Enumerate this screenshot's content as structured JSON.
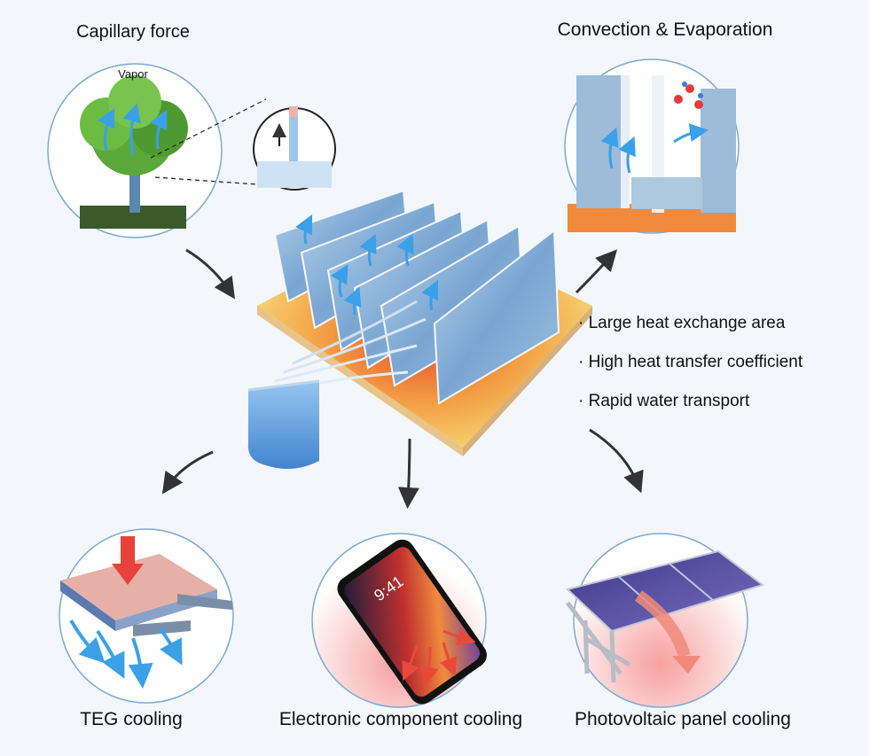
{
  "labels": {
    "capillary_force": "Capillary force",
    "vapor": "Vapor",
    "convection_evaporation": "Convection & Evaporation",
    "teg_cooling": "TEG cooling",
    "electronic_cooling": "Electronic component cooling",
    "pv_cooling": "Photovoltaic panel cooling"
  },
  "features": [
    "· Large heat exchange area",
    "· High heat transfer coefficient",
    "· Rapid water transport"
  ],
  "phone": {
    "time": "9:41"
  },
  "colors": {
    "background": "#f3f7fc",
    "circle_border": "#7ea9cf",
    "fin": "#8fb4d6",
    "heat": "#e8593a",
    "water": "#4a8fd8",
    "arrow": "#333333"
  }
}
